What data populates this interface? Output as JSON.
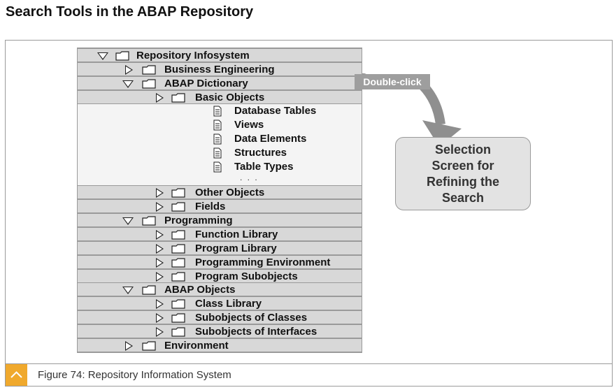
{
  "page_title": "Search Tools in the ABAP Repository",
  "tree": {
    "root": "Repository Infosystem",
    "business_engineering": "Business Engineering",
    "abap_dictionary": "ABAP Dictionary",
    "basic_objects": "Basic Objects",
    "basic_children": [
      "Database Tables",
      "Views",
      "Data Elements",
      "Structures",
      "Table Types"
    ],
    "ellipsis": ". . .",
    "other_objects": "Other Objects",
    "fields": "Fields",
    "programming": "Programming",
    "programming_children": [
      "Function Library",
      "Program Library",
      "Programming Environment",
      "Program Subobjects"
    ],
    "abap_objects": "ABAP Objects",
    "abap_objects_children": [
      "Class Library",
      "Subobjects of Classes",
      "Subobjects of Interfaces"
    ],
    "environment": "Environment"
  },
  "callout": "Double-click",
  "selection_box": "Selection\nScreen for\nRefining the\nSearch",
  "caption": "Figure 74: Repository Information System",
  "colors": {
    "caption_icon": "#f0a92d",
    "callout": "#9e9e9e",
    "arrow": "#8f8f8f"
  }
}
